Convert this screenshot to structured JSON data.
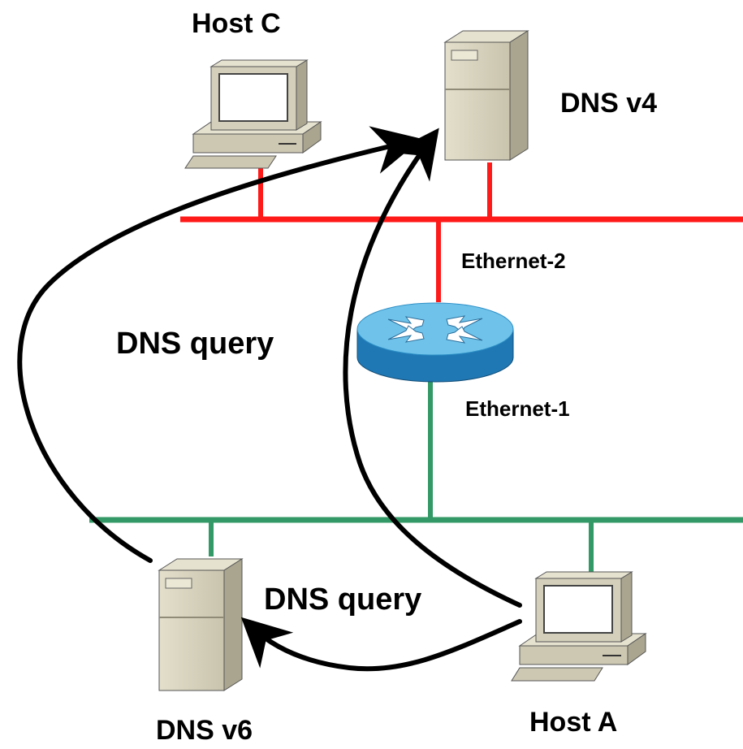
{
  "labels": {
    "host_c": "Host C",
    "dns_v4": "DNS v4",
    "ethernet_2": "Ethernet-2",
    "ethernet_1": "Ethernet-1",
    "dns_query_top": "DNS query",
    "dns_query_bottom": "DNS query",
    "dns_v6": "DNS v6",
    "host_a": "Host A"
  },
  "colors": {
    "ethernet_2_segment": "#ff1a1a",
    "ethernet_1_segment": "#339966",
    "router_top": "#6fc3ea",
    "router_side": "#1f78b4",
    "device_beige": "#cdc8b2",
    "arrow": "#000000"
  }
}
